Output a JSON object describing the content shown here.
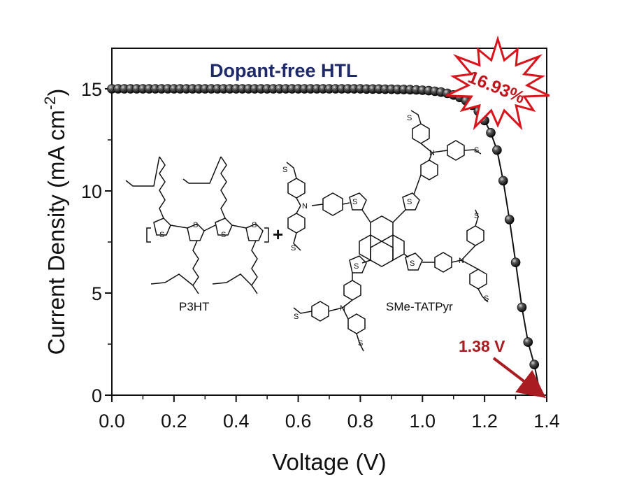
{
  "chart_data": {
    "type": "line",
    "title": "",
    "xlabel": "Voltage (V)",
    "ylabel": "Current Density (mA cm",
    "ylabel_superscript": "-2",
    "ylabel_suffix": ")",
    "xlim": [
      0.0,
      1.4
    ],
    "ylim": [
      0,
      17
    ],
    "xticks": [
      0.0,
      0.2,
      0.4,
      0.6,
      0.8,
      1.0,
      1.2,
      1.4
    ],
    "xtick_labels": [
      "0.0",
      "0.2",
      "0.4",
      "0.6",
      "0.8",
      "1.0",
      "1.2",
      "1.4"
    ],
    "yticks": [
      0,
      5,
      10,
      15
    ],
    "ytick_labels": [
      "0",
      "5",
      "10",
      "15"
    ],
    "grid": false,
    "series": [
      {
        "color": "#111111",
        "marker": "sphere",
        "x": [
          0.0,
          0.02,
          0.04,
          0.06,
          0.08,
          0.1,
          0.12,
          0.14,
          0.16,
          0.18,
          0.2,
          0.22,
          0.24,
          0.26,
          0.28,
          0.3,
          0.32,
          0.34,
          0.36,
          0.38,
          0.4,
          0.42,
          0.44,
          0.46,
          0.48,
          0.5,
          0.52,
          0.54,
          0.56,
          0.58,
          0.6,
          0.62,
          0.64,
          0.66,
          0.68,
          0.7,
          0.72,
          0.74,
          0.76,
          0.78,
          0.8,
          0.82,
          0.84,
          0.86,
          0.88,
          0.9,
          0.92,
          0.94,
          0.96,
          0.98,
          1.0,
          1.02,
          1.04,
          1.06,
          1.08,
          1.1,
          1.12,
          1.14,
          1.16,
          1.18,
          1.2,
          1.22,
          1.24,
          1.26,
          1.28,
          1.3,
          1.32,
          1.34,
          1.36
        ],
        "y": [
          15.0,
          15.0,
          15.0,
          15.0,
          15.0,
          15.0,
          15.0,
          15.0,
          15.0,
          15.0,
          15.0,
          15.0,
          15.0,
          15.0,
          15.0,
          15.0,
          15.0,
          15.0,
          15.0,
          15.0,
          15.0,
          15.0,
          15.0,
          15.0,
          15.0,
          15.0,
          15.0,
          15.0,
          15.0,
          15.0,
          15.0,
          15.0,
          15.0,
          15.0,
          15.0,
          15.0,
          15.0,
          15.0,
          15.0,
          15.0,
          15.0,
          14.99,
          14.99,
          14.99,
          14.98,
          14.98,
          14.97,
          14.97,
          14.96,
          14.95,
          14.93,
          14.91,
          14.88,
          14.84,
          14.78,
          14.7,
          14.58,
          14.42,
          14.2,
          13.9,
          13.45,
          12.85,
          12.0,
          10.5,
          8.6,
          6.5,
          4.3,
          2.6,
          1.5
        ]
      }
    ],
    "line": {
      "x": [
        0.0,
        1.0,
        1.1,
        1.16,
        1.2,
        1.22,
        1.24,
        1.26,
        1.28,
        1.3,
        1.32,
        1.34,
        1.36,
        1.38
      ],
      "y": [
        15.0,
        14.93,
        14.7,
        14.2,
        13.45,
        12.85,
        12.0,
        10.5,
        8.6,
        6.5,
        4.3,
        2.6,
        1.5,
        0.0
      ]
    },
    "annotations": {
      "htl_label": "Dopant-free HTL",
      "htl_label_color": "#1F2A6B",
      "efficiency_label": "16.93%",
      "efficiency_color": "#C0161C",
      "starburst_color": "#D8141C",
      "voc_label": "1.38 V",
      "voc_color": "#A81C22",
      "voc_x": 1.38,
      "voc_y": 0
    },
    "molecules": {
      "left_name": "P3HT",
      "right_name": "SMe-TATPyr",
      "plus": "+",
      "atom_s": "S",
      "atom_n": "N"
    }
  }
}
